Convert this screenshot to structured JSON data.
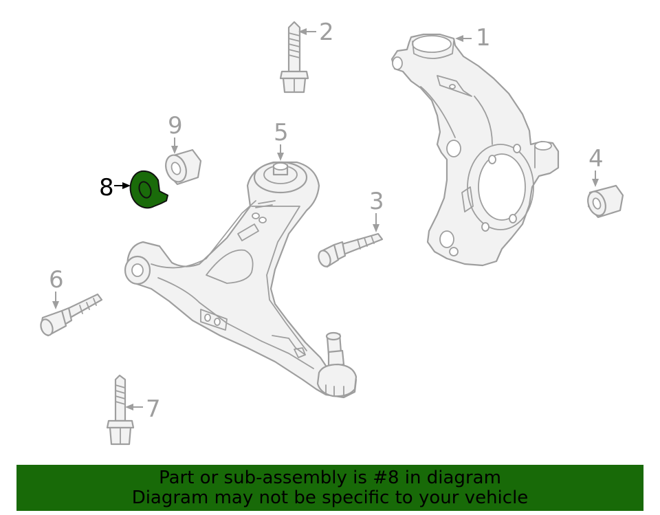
{
  "callouts": {
    "c1": "1",
    "c2": "2",
    "c3": "3",
    "c4": "4",
    "c5": "5",
    "c6": "6",
    "c7": "7",
    "c8": "8",
    "c9": "9"
  },
  "highlighted_part": "8",
  "colors": {
    "highlight": "#1a6b0a",
    "banner": "#186a08",
    "line_art": "#9e9e9e"
  },
  "banner": {
    "line1": "Part or sub-assembly is #8 in diagram",
    "line2": "Diagram may not be specific to your vehicle"
  }
}
